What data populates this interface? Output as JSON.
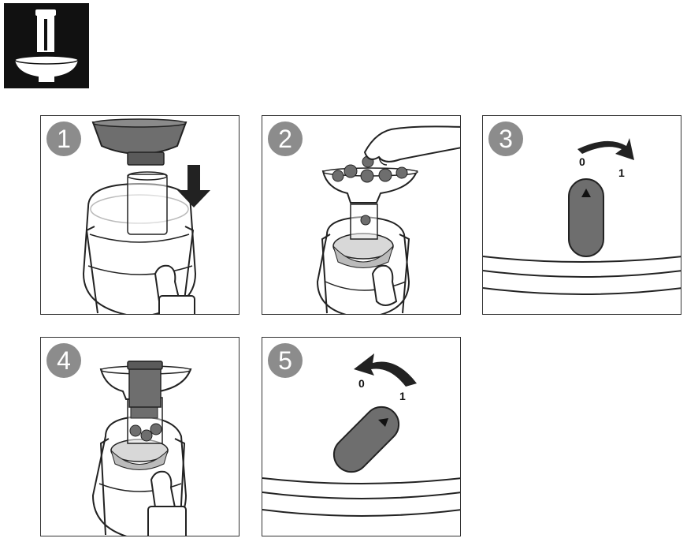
{
  "header": {
    "icon": "juicer-pusher-and-filter-icon"
  },
  "steps": [
    {
      "number": "1"
    },
    {
      "number": "2"
    },
    {
      "number": "3",
      "switch_off": "0",
      "switch_on": "1"
    },
    {
      "number": "4"
    },
    {
      "number": "5",
      "switch_off": "0",
      "switch_on": "1"
    }
  ],
  "colors": {
    "badge": "#8c8c8c",
    "dark_gray": "#6e6e6e",
    "outline": "#222222",
    "light_fill": "#e6e6e6"
  }
}
